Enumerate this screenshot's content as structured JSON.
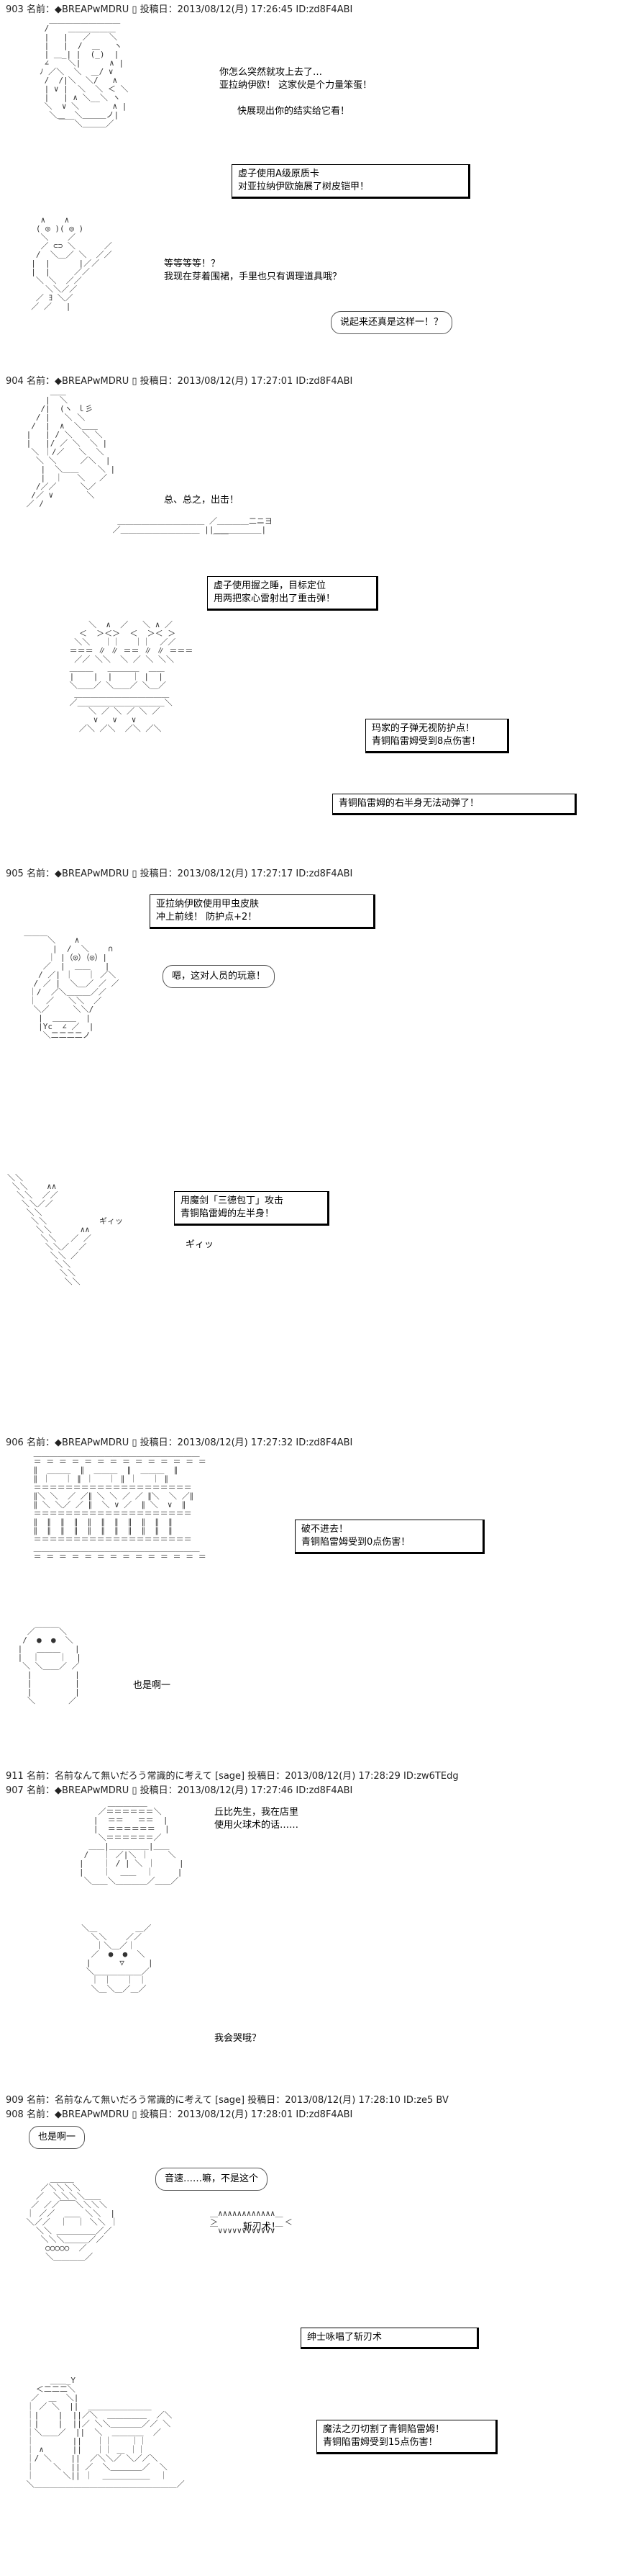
{
  "posts": [
    {
      "header": "903 名前：◆BREAPwMDRU ▯ 投稿日：2013/08/12(月) 17:26:45 ID:zd8F4ABI"
    },
    {
      "header": "904 名前：◆BREAPwMDRU ▯ 投稿日：2013/08/12(月) 17:27:01 ID:zd8F4ABI"
    },
    {
      "header": "905 名前：◆BREAPwMDRU ▯ 投稿日：2013/08/12(月) 17:27:17 ID:zd8F4ABI"
    },
    {
      "header": "906 名前：◆BREAPwMDRU ▯ 投稿日：2013/08/12(月) 17:27:32 ID:zd8F4ABI"
    },
    {
      "header": "911 名前：名前なんて無いだろう常識的に考えて [sage] 投稿日：2013/08/12(月) 17:28:29 ID:zw6TEdg"
    },
    {
      "header": "907 名前：◆BREAPwMDRU ▯ 投稿日：2013/08/12(月) 17:27:46 ID:zd8F4ABI"
    },
    {
      "header": "909 名前：名前なんて無いだろう常識的に考えて [sage] 投稿日：2013/08/12(月) 17:28:10 ID:ze5 BV"
    },
    {
      "header": "908 名前：◆BREAPwMDRU ▯ 投稿日：2013/08/12(月) 17:28:01 ID:zd8F4ABI"
    }
  ],
  "p903": {
    "speech1": "你怎么突然就攻上去了…\n亚拉纳伊欧！ 这家伙是个力量笨蛋！",
    "speech2": "快展现出你的结实给它看！",
    "box1": "虚子使用A级原质卡\n对亚拉纳伊欧施展了树皮铠甲！",
    "speech3": "等等等等！？\n我现在芽着围裙，手里也只有调理道具哦？",
    "bubble1": "说起来还真是这样一！？"
  },
  "p904": {
    "speech1": "总、总之，出击！",
    "box1": "虚子使用握之睡，目标定位\n用两把家心雷射出了重击弹！",
    "box2": "玛家的子弹无视防护点！\n青铜陷雷姆受到8点伤害！",
    "box3": "青铜陷雷姆的右半身无法动弹了！"
  },
  "p905": {
    "box1": "亚拉纳伊欧使用甲虫皮肤\n冲上前线！ 防护点+2！",
    "bubble1": "嗯，这对人员的玩意！",
    "box2": "用魔剑「三德包丁」攻击\n青铜陷雷姆的左半身！",
    "sfx": "ギィッ"
  },
  "p906": {
    "box1": "破不进去！\n青铜陷雷姆受到0点伤害！",
    "speech1": "也是啊一"
  },
  "p907": {
    "speech1": "丘比先生，我在店里\n使用火球术的话……",
    "speech2": "我会哭哦？"
  },
  "p908": {
    "bubble1": "也是啊一",
    "bubble2": "音速……嘛，不是这个",
    "sfx": "斩刃术！",
    "box1": "绅士咏唱了斩刃术",
    "box2": "魔法之刃切割了青铜陷雷姆！\n青铜陷雷姆受到15点伤害！"
  }
}
